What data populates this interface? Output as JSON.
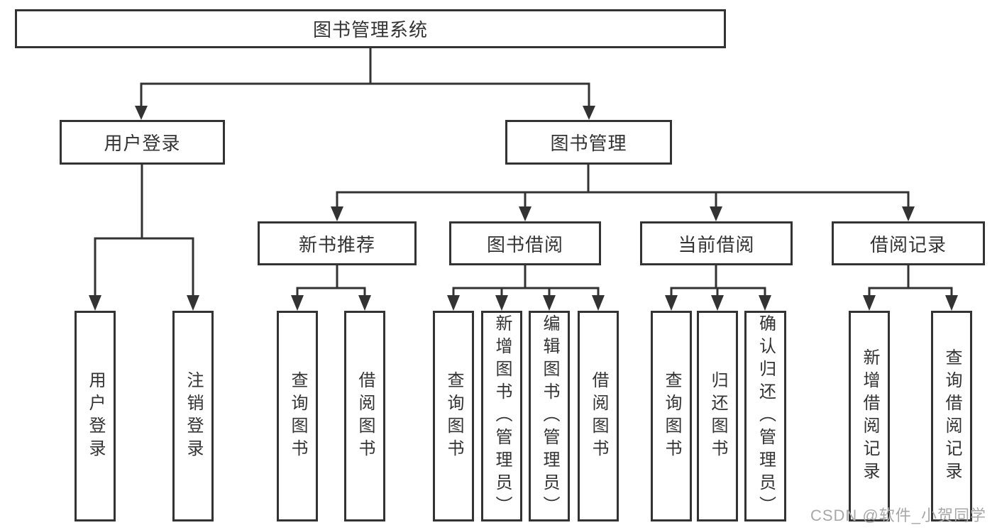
{
  "diagram": {
    "type": "hierarchy-tree",
    "colors": {
      "line": "#333333",
      "text": "#333333",
      "box_background": "#ffffff",
      "watermark": "#a8a8a8"
    },
    "tree": {
      "root": {
        "label": "图书管理系统",
        "children": [
          {
            "label": "用户登录",
            "children": [
              {
                "label": "用户登录"
              },
              {
                "label": "注销登录"
              }
            ]
          },
          {
            "label": "图书管理",
            "children": [
              {
                "label": "新书推荐",
                "children": [
                  {
                    "label": "查询图书"
                  },
                  {
                    "label": "借阅图书"
                  }
                ]
              },
              {
                "label": "图书借阅",
                "children": [
                  {
                    "label": "查询图书"
                  },
                  {
                    "label": "新增图书（管理员）"
                  },
                  {
                    "label": "编辑图书（管理员）"
                  },
                  {
                    "label": "借阅图书"
                  }
                ]
              },
              {
                "label": "当前借阅",
                "children": [
                  {
                    "label": "查询图书"
                  },
                  {
                    "label": "归还图书"
                  },
                  {
                    "label": "确认归还（管理员）"
                  }
                ]
              },
              {
                "label": "借阅记录",
                "children": [
                  {
                    "label": "新增借阅记录"
                  },
                  {
                    "label": "查询借阅记录"
                  }
                ]
              }
            ]
          }
        ]
      }
    },
    "watermark": {
      "text": "CSDN @软件_小贺同学"
    }
  }
}
